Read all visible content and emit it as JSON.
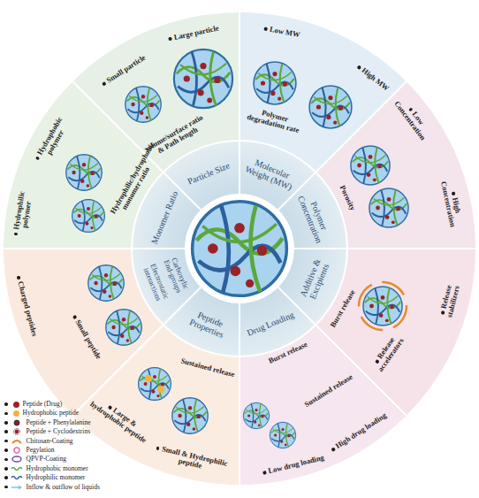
{
  "diagram": {
    "labels": [
      "Particle Size",
      "Molecular Weight (MW)",
      "Polymer Concentration",
      "Additive & Excipients",
      "Drug Loading",
      "Peptide Properties",
      "Electrostatic interactions",
      "Carboxylic End-groups",
      "Monomer Ratio",
      "Small particle",
      "Large particle",
      "volume/surface ratio & Path length",
      "Low MW",
      "High MW",
      "Polymer degradation rate",
      "Low Concentration",
      "High Concentration",
      "Porosity",
      "Release stabilizers",
      "Release accelerators",
      "Burst release",
      "Burst release",
      "Sustained release",
      "High drug loading",
      "Low drug loading",
      "Sustained release",
      "Small & Hydrophilic peptide",
      "Large & hydrophobic peptide",
      "Small peptide",
      "Charged peptides",
      "Hydrophilic polymer",
      "Hydrophobic polymer",
      "Hydrophilic/hydrophobic monomer ratio"
    ],
    "legend": [
      {
        "text": "Peptide (Drug)",
        "color": "#9b2226"
      },
      {
        "text": "Hydrophobic peptide",
        "color": "#f2b33d"
      },
      {
        "text": "Peptide + Phenylalanine"
      },
      {
        "text": "Peptide + Cyclodextrins"
      },
      {
        "text": "Chitosan-Coating"
      },
      {
        "text": "Pegylation"
      },
      {
        "text": "QPVP-Coating"
      },
      {
        "text": "Hydrophobic monomer"
      },
      {
        "text": "Hydrophilic monomer"
      },
      {
        "text": "Inflow & outflow of liquids"
      }
    ]
  }
}
